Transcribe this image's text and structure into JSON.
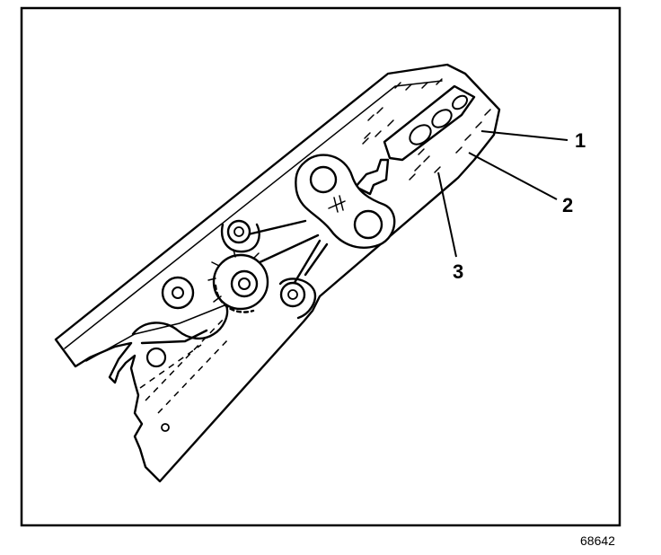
{
  "callouts": [
    {
      "id": "1",
      "label": "1"
    },
    {
      "id": "2",
      "label": "2"
    },
    {
      "id": "3",
      "label": "3"
    }
  ],
  "figure_number": "68642",
  "colors": {
    "line": "#000000",
    "background": "#ffffff"
  }
}
